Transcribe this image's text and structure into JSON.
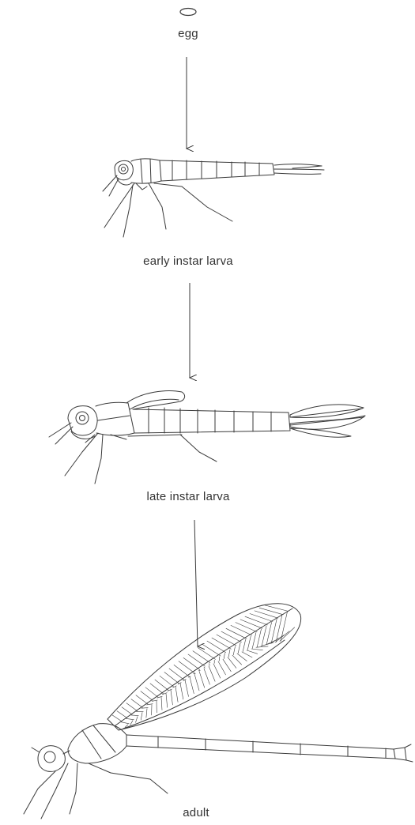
{
  "stages": {
    "egg": "egg",
    "early_larva": "early instar larva",
    "late_larva": "late instar larva",
    "adult": "adult"
  },
  "colors": {
    "line": "#3a3a3a",
    "background": "#ffffff"
  }
}
